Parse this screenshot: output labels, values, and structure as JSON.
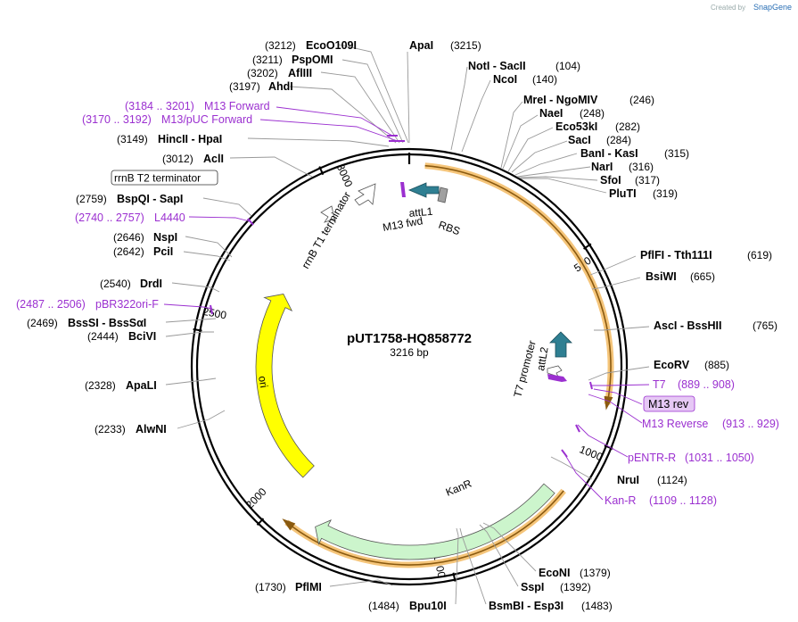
{
  "credit": {
    "prefix": "Created by",
    "brand": "SnapGene"
  },
  "plasmid": {
    "name": "pUT1758-HQ858772",
    "length": "3216 bp",
    "total_bp": 3216
  },
  "ring_ticks": [
    "500",
    "1000",
    "1500",
    "2000",
    "2500",
    "3000"
  ],
  "enzymes": [
    {
      "name": "ApaI",
      "pos": "(3215)"
    },
    {
      "name": "EcoO109I",
      "pos": "(3212)"
    },
    {
      "name": "PspOMI",
      "pos": "(3211)"
    },
    {
      "name": "AflIII",
      "pos": "(3202)"
    },
    {
      "name": "AhdI",
      "pos": "(3197)"
    },
    {
      "name": "HincII - HpaI",
      "pos": "(3149)"
    },
    {
      "name": "AclI",
      "pos": "(3012)"
    },
    {
      "name": "BspQI - SapI",
      "pos": "(2759)"
    },
    {
      "name": "NspI",
      "pos": "(2646)"
    },
    {
      "name": "PciI",
      "pos": "(2642)"
    },
    {
      "name": "DrdI",
      "pos": "(2540)"
    },
    {
      "name": "BssSI - BssSαI",
      "pos": "(2469)"
    },
    {
      "name": "BciVI",
      "pos": "(2444)"
    },
    {
      "name": "ApaLI",
      "pos": "(2328)"
    },
    {
      "name": "AlwNI",
      "pos": "(2233)"
    },
    {
      "name": "PflMI",
      "pos": "(1730)"
    },
    {
      "name": "Bpu10I",
      "pos": "(1484)"
    },
    {
      "name": "BsmBI - Esp3I",
      "pos": "(1483)"
    },
    {
      "name": "SspI",
      "pos": "(1392)"
    },
    {
      "name": "EcoNI",
      "pos": "(1379)"
    },
    {
      "name": "NruI",
      "pos": "(1124)"
    },
    {
      "name": "EcoRV",
      "pos": "(885)"
    },
    {
      "name": "AscI - BssHII",
      "pos": "(765)"
    },
    {
      "name": "BsiWI",
      "pos": "(665)"
    },
    {
      "name": "PflFI - Tth111I",
      "pos": "(619)"
    },
    {
      "name": "NotI - SacII",
      "pos": "(104)"
    },
    {
      "name": "NcoI",
      "pos": "(140)"
    },
    {
      "name": "MreI - NgoMIV",
      "pos": "(246)"
    },
    {
      "name": "NaeI",
      "pos": "(248)"
    },
    {
      "name": "Eco53kI",
      "pos": "(282)"
    },
    {
      "name": "SacI",
      "pos": "(284)"
    },
    {
      "name": "BanI - KasI",
      "pos": "(315)"
    },
    {
      "name": "NarI",
      "pos": "(316)"
    },
    {
      "name": "SfoI",
      "pos": "(317)"
    },
    {
      "name": "PluTI",
      "pos": "(319)"
    }
  ],
  "primers": [
    {
      "name": "M13 Forward",
      "range": "(3184 .. 3201)"
    },
    {
      "name": "M13/pUC Forward",
      "range": "(3170 .. 3192)"
    },
    {
      "name": "L4440",
      "range": "(2740 .. 2757)"
    },
    {
      "name": "pBR322ori-F",
      "range": "(2487 .. 2506)"
    },
    {
      "name": "T7",
      "range": "(889 .. 908)"
    },
    {
      "name": "M13 rev",
      "range": ""
    },
    {
      "name": "M13 Reverse",
      "range": "(913 .. 929)"
    },
    {
      "name": "pENTR-R",
      "range": "(1031 .. 1050)"
    },
    {
      "name": "Kan-R",
      "range": "(1109 .. 1128)"
    }
  ],
  "features": [
    {
      "name": "rrnB T2 terminator"
    },
    {
      "name": "rrnB T1 terminator"
    },
    {
      "name": "M13 fwd"
    },
    {
      "name": "attL1"
    },
    {
      "name": "RBS"
    },
    {
      "name": "T7 promoter"
    },
    {
      "name": "attL2"
    },
    {
      "name": "KanR"
    },
    {
      "name": "ori"
    }
  ],
  "colors": {
    "ori": "#ffff00",
    "kanr": "#ccf5cc",
    "attl": "#2f7f92",
    "orf_highlight": "#f5c57a",
    "primer": "#9b30d0",
    "rbs": "#a0a0a0",
    "terminator": "#ffffff"
  }
}
